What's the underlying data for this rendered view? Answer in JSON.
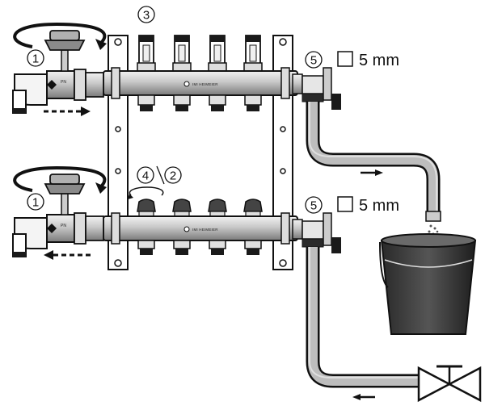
{
  "callouts": {
    "c1": "1",
    "c2": "2",
    "c3": "3",
    "c4": "4",
    "c5": "5"
  },
  "labels": {
    "hex_size_top": "5 mm",
    "hex_size_bottom": "5 mm",
    "manifold_brand_top": "IMI HEIMEIER",
    "manifold_brand_bottom": "IMI HEIMEIER",
    "valve_mark_top": "PN",
    "valve_mark_bottom": "PN"
  },
  "icons": [
    "rotation-arrow-icon",
    "flow-arrow-icon",
    "square-key-icon",
    "bucket-icon",
    "shutoff-valve-icon",
    "flow-meter-icon"
  ]
}
